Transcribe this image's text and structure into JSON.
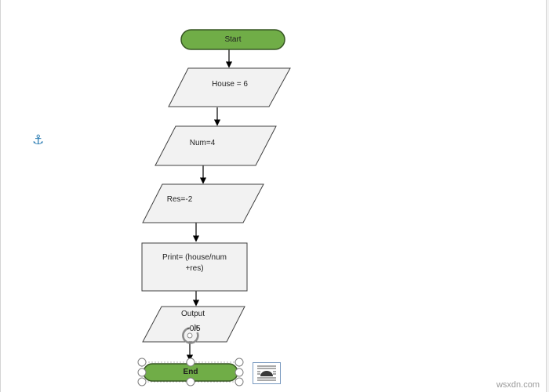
{
  "diagram": {
    "start_label": "Start",
    "house_label": "House = 6",
    "num_label": "Num=4",
    "res_label": "Res=-2",
    "print_line1": "Print= (house/num",
    "print_line2": "+res)",
    "output_label": "Output",
    "output_value": "-0.5",
    "end_label": "End",
    "terminal_color": "#70ad47",
    "terminal_border": "#375623",
    "shape_fill": "#f2f2f2",
    "shape_border": "#404040"
  },
  "icons": {
    "anchor": "anchor-icon",
    "layout_options": "layout-options-icon",
    "rotate_handle": "rotate-handle-icon"
  },
  "watermark": "wsxdn.com"
}
